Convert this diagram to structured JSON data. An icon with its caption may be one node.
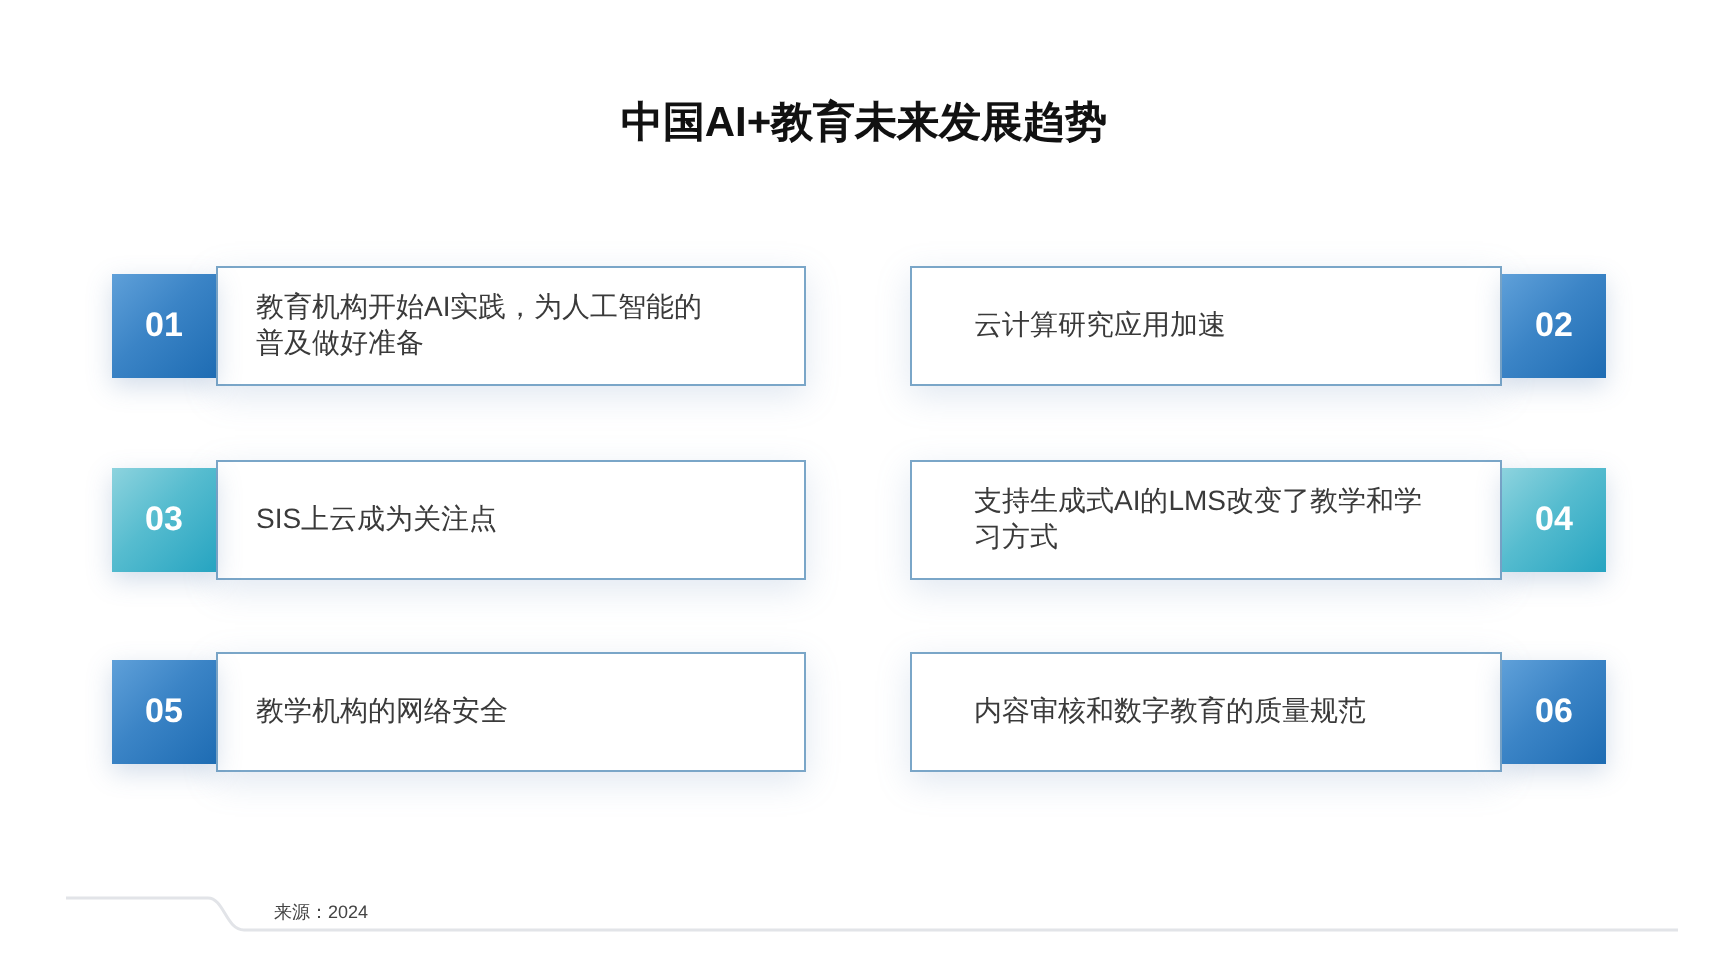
{
  "diagram": {
    "title": "中国AI+教育未来发展趋势",
    "nodes": [
      {
        "text": [
          "01"
        ]
      },
      {
        "text": [
          "教育机构开始AI实践，为人工智能的普及做好准备"
        ]
      },
      {
        "text": [
          "云计算研究应用加速"
        ]
      },
      {
        "text": [
          "02"
        ]
      },
      {
        "text": [
          "03"
        ]
      },
      {
        "text": [
          "SIS上云成为关注点"
        ]
      },
      {
        "text": [
          "支持生成式AI的LMS改变了教学和学习方式"
        ]
      },
      {
        "text": [
          "04"
        ]
      },
      {
        "text": [
          "05"
        ]
      },
      {
        "text": [
          "教学机构的网络安全"
        ]
      },
      {
        "text": [
          "内容审核和数字教育的质量规范"
        ]
      },
      {
        "text": [
          "06"
        ]
      }
    ],
    "labels": [
      "来源：2024"
    ]
  }
}
